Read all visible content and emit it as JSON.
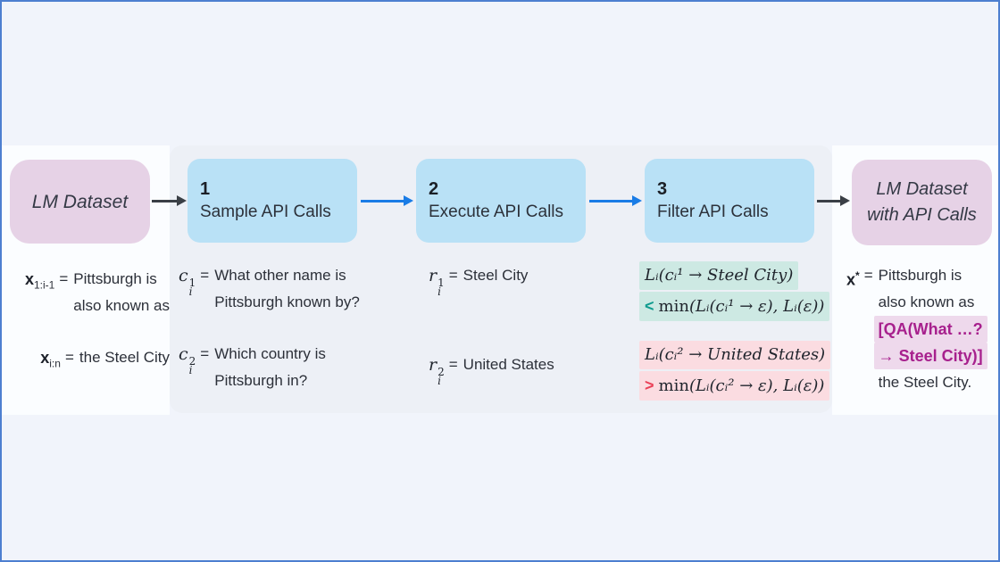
{
  "pipeline": {
    "input_box": {
      "label": "LM Dataset"
    },
    "steps": [
      {
        "num": "1",
        "label": "Sample API Calls"
      },
      {
        "num": "2",
        "label": "Execute API Calls"
      },
      {
        "num": "3",
        "label": "Filter API Calls"
      }
    ],
    "output_box": {
      "line1": "LM Dataset",
      "line2": "with API Calls"
    }
  },
  "dataset_example": {
    "prefix": {
      "var": "x",
      "sub": "1:i-1",
      "eq": "=",
      "line1": "Pittsburgh is",
      "line2": "also known as"
    },
    "suffix": {
      "var": "x",
      "sub": "i:n",
      "eq": "=",
      "text": "the Steel City"
    }
  },
  "sampled_calls": [
    {
      "var": "c",
      "sub": "i",
      "sup": "1",
      "eq": "=",
      "line1": "What other name is",
      "line2": "Pittsburgh known by?"
    },
    {
      "var": "c",
      "sub": "i",
      "sup": "2",
      "eq": "=",
      "line1": "Which country is",
      "line2": "Pittsburgh in?"
    }
  ],
  "executed_calls": [
    {
      "var": "r",
      "sub": "i",
      "sup": "1",
      "eq": "=",
      "text": "Steel City"
    },
    {
      "var": "r",
      "sub": "i",
      "sup": "2",
      "eq": "=",
      "text": "United States"
    }
  ],
  "filter_results": {
    "kept": {
      "line1": "Lᵢ(cᵢ¹ → Steel City)",
      "cmp": "<",
      "fn": "min",
      "rest": "(Lᵢ(cᵢ¹ → ε), Lᵢ(ε))"
    },
    "discarded": {
      "line1": "Lᵢ(cᵢ² → United States)",
      "cmp": ">",
      "fn": "min",
      "rest": "(Lᵢ(cᵢ² → ε), Lᵢ(ε))"
    }
  },
  "augmented_text": {
    "var": "x",
    "sup": "*",
    "eq": "=",
    "line1": "Pittsburgh is",
    "line2": "also known as",
    "api_call_line1": "[QA(What …?",
    "api_call_line2": "→ Steel City)]",
    "line3": "the Steel City."
  },
  "colors": {
    "frame_border": "#4d7fd0",
    "page_bg": "#f1f4fb",
    "panel_white": "#fbfdff",
    "panel_gray": "#edf0f6",
    "dataset_box": "#e6d2e6",
    "step_box": "#b9e1f6",
    "arrow_blue": "#1a7ce6",
    "arrow_dark": "#3a3f46",
    "kept_bg": "#cde9e3",
    "kept_cmp": "#0f9b8e",
    "discarded_bg": "#fbdce1",
    "discarded_cmp": "#ea4158",
    "api_call_bg": "#eed9ec",
    "api_call_text": "#a7208d"
  }
}
